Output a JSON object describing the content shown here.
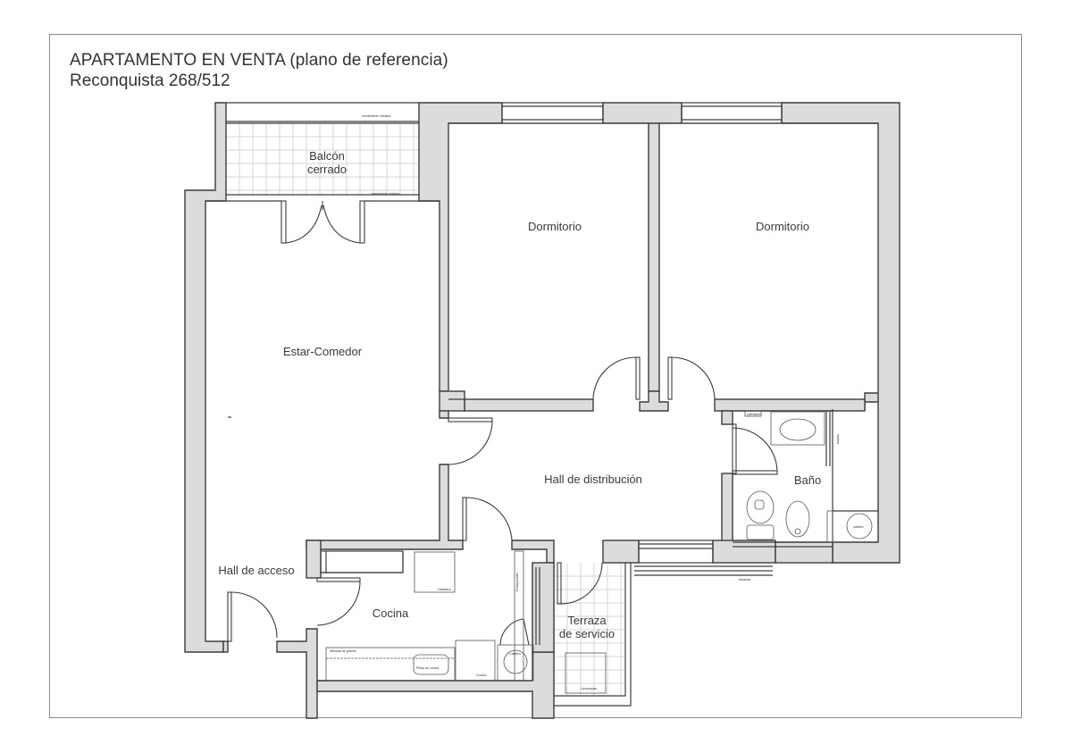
{
  "header": {
    "title": "APARTAMENTO EN VENTA (plano de referencia)",
    "subtitle": "Reconquista 268/512"
  },
  "rooms": {
    "balcon_line1": "Balcón",
    "balcon_line2": "cerrado",
    "estar": "Estar-Comedor",
    "dormitorio_1": "Dormitorio",
    "dormitorio_2": "Dormitorio",
    "hall_distribucion": "Hall de distribución",
    "bano": "Baño",
    "hall_acceso": "Hall de acceso",
    "cocina": "Cocina",
    "terraza_line1": "Terraza",
    "terraza_line2": "de servicio"
  },
  "fixtures": {
    "cerramiento_top": "cerramiento vidriado",
    "cerramiento_bottom": "cerramiento vidriado",
    "heladera": "Heladera",
    "desayunador": "Desayunador",
    "mesada": "Mesada de granito",
    "pileta": "Pileta de cocina",
    "cocina_artefacto": "Cocina",
    "caldera": "Caldera",
    "lavarropas": "Lavarropas",
    "calefactor": "calefactor",
    "banera": "bañera",
    "calefon": "calefón",
    "baranda": "baranda"
  },
  "colors": {
    "wall_fill": "#dcdcdc",
    "wall_stroke": "#3c3c3c",
    "tile_grid": "#d6d6d6",
    "text": "#333333"
  }
}
